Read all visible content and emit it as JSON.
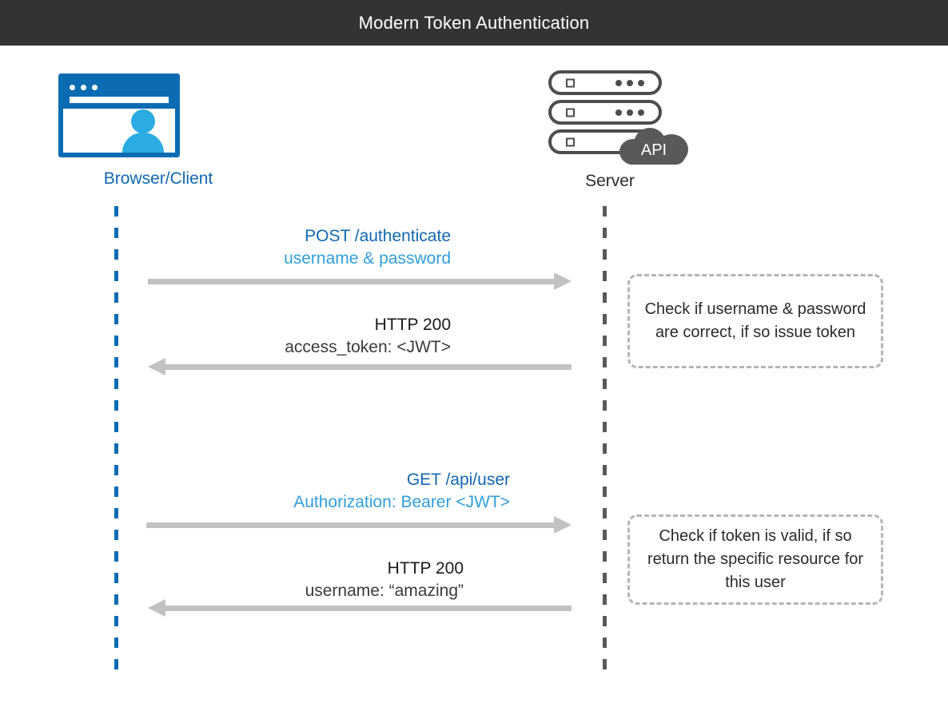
{
  "title": "Modern Token Authentication",
  "actors": [
    {
      "id": "client",
      "label": "Browser/Client",
      "icon": "browser-window-icon",
      "color": "#1068B2"
    },
    {
      "id": "server",
      "label": "Server",
      "icon": "server-rack-icon",
      "color": "#2b2b2b",
      "badge": "API"
    }
  ],
  "messages": [
    {
      "id": "m1",
      "direction": "right",
      "from": "client",
      "to": "server",
      "line1": "POST /authenticate",
      "line2": "username & password",
      "line1_color": "#1068B2",
      "line2_color": "#2F9FDB"
    },
    {
      "id": "m2",
      "direction": "left",
      "from": "server",
      "to": "client",
      "line1": "HTTP 200",
      "line2": "access_token: <JWT>",
      "line1_color": "#1a1a1a",
      "line2_color": "#3a3a3a"
    },
    {
      "id": "m3",
      "direction": "right",
      "from": "client",
      "to": "server",
      "line1": "GET /api/user",
      "line2": "Authorization: Bearer <JWT>",
      "line1_color": "#1068B2",
      "line2_color": "#2F9FDB"
    },
    {
      "id": "m4",
      "direction": "left",
      "from": "server",
      "to": "client",
      "line1": "HTTP 200",
      "line2": "username: “amazing”",
      "line1_color": "#1a1a1a",
      "line2_color": "#3a3a3a"
    }
  ],
  "notes": [
    {
      "id": "n1",
      "text": "Check if username & password are correct, if so issue token"
    },
    {
      "id": "n2",
      "text": "Check if token is valid, if so return the specific resource for this user"
    }
  ],
  "colors": {
    "header_bg": "#333333",
    "header_text": "#ffffff",
    "client_blue": "#0B6CB4",
    "client_accent": "#2AABE2",
    "server_gray": "#4D4D4D",
    "arrow_gray": "#C2C2C2",
    "note_border": "#B5B5B5"
  }
}
